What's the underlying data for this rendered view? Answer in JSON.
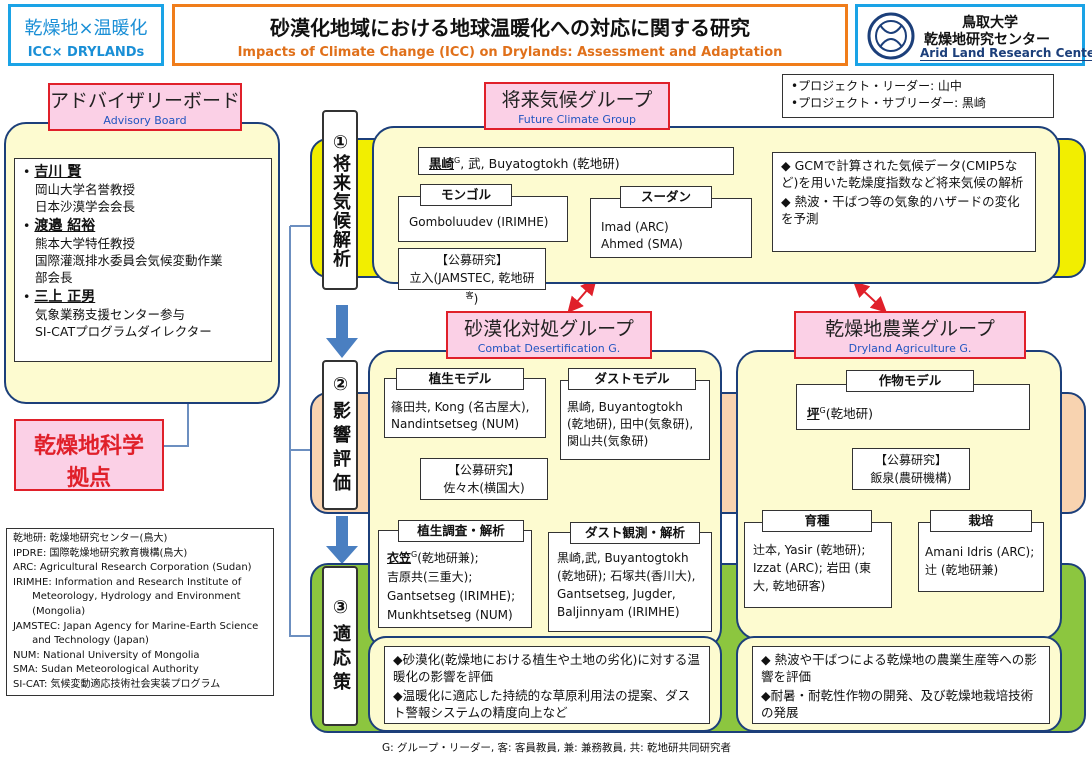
{
  "header": {
    "badge_line1": "乾燥地×温暖化",
    "badge_line2": "ICC× DRYLANDs",
    "title_jp": "砂漠化地域における地球温暖化への対応に関する研究",
    "title_en": "Impacts of Climate Change (ICC) on Drylands: Assessment and Adaptation",
    "org_line1": "鳥取大学",
    "org_line2": "乾燥地研究センター",
    "org_line3": "Arid Land Research Center"
  },
  "leaders": {
    "leader": "•プロジェクト・リーダー: 山中",
    "subleader": "•プロジェクト・サブリーダー: 黒崎"
  },
  "advisory": {
    "title_jp": "アドバイザリーボード",
    "title_en": "Advisory Board",
    "m1_name": "吉川 賢",
    "m1_l1": "岡山大学名誉教授",
    "m1_l2": "日本沙漠学会会長",
    "m2_name": "渡邉 紹裕",
    "m2_l1": "熊本大学特任教授",
    "m2_l2": "国際灌漑排水委員会気候変動作業",
    "m2_l3": "部会長",
    "m3_name": "三上 正男",
    "m3_l1": "気象業務支援センター参与",
    "m3_l2": "SI-CATプログラムダイレクター"
  },
  "hub": {
    "line1": "乾燥地科学",
    "line2": "拠点"
  },
  "stages": {
    "s1": "①将来気候解析",
    "s2": "②影響評価",
    "s3": "③適応策"
  },
  "future": {
    "title_jp": "将来気候グループ",
    "title_en": "Future Climate Group",
    "members_lead": "黒崎",
    "members_sup": "G",
    "members_rest": ", 武, Buyatogtokh (乾地研)",
    "mongolia_hdr": "モンゴル",
    "mongolia_body": "Gomboluudev (IRIMHE)",
    "sudan_hdr": "スーダン",
    "sudan_l1": "Imad  (ARC)",
    "sudan_l2": "Ahmed (SMA)",
    "public_hdr": "【公募研究】",
    "public_body": "立入(JAMSTEC, 乾地研",
    "public_sup": "客",
    "public_end": ")",
    "bullet1": "◆ GCMで計算された気候データ(CMIP5など)を用いた乾燥度指数など将来気候の解析",
    "bullet2": "◆ 熱波・干ばつ等の気象的ハザードの変化を予測"
  },
  "combat": {
    "title_jp": "砂漠化対処グループ",
    "title_en": "Combat Desertification G.",
    "veg_hdr": "植生モデル",
    "veg_body": "篠田共, Kong (名古屋大), Nandintsetseg (NUM)",
    "dust_hdr": "ダストモデル",
    "dust_body": "黒崎, Buyantogtokh (乾地研), 田中(気象研), 関山共(気象研)",
    "pub_hdr": "【公募研究】",
    "pub_body": "佐々木(横国大)",
    "survey_hdr": "植生調査・解析",
    "survey_l1_lead": "衣笠",
    "survey_l1_sup": "G",
    "survey_l1_rest": "(乾地研兼);",
    "survey_l2": "吉原共(三重大);",
    "survey_l3": "Gantsetseg (IRIMHE);",
    "survey_l4": "Munkhtsetseg (NUM)",
    "dobs_hdr": "ダスト観測・解析",
    "dobs_body": "黒崎,武, Buyantogtokh (乾地研); 石塚共(香川大), Gantsetseg, Jugder, Baljinnyam (IRIMHE)",
    "adapt1": "◆砂漠化(乾燥地における植生や土地の劣化)に対する温暖化の影響を評価",
    "adapt2": "◆温暖化に適応した持続的な草原利用法の提案、ダスト警報システムの精度向上など"
  },
  "agri": {
    "title_jp": "乾燥地農業グループ",
    "title_en": "Dryland Agriculture G.",
    "crop_hdr": "作物モデル",
    "crop_lead": "坪",
    "crop_sup": "G",
    "crop_rest": "(乾地研)",
    "pub_hdr": "【公募研究】",
    "pub_body": "飯泉(農研機構)",
    "breed_hdr": "育種",
    "breed_body": "辻本, Yasir (乾地研); Izzat (ARC); 岩田 (東大, 乾地研客)",
    "cult_hdr": "栽培",
    "cult_body": "Amani Idris (ARC); 辻 (乾地研兼)",
    "adapt1": "◆ 熱波や干ばつによる乾燥地の農業生産等への影響を評価",
    "adapt2": "◆耐暑・耐乾性作物の開発、及び乾燥地栽培技術の発展"
  },
  "glossary": [
    "乾地研: 乾燥地研究センター(鳥大)",
    "IPDRE: 国際乾燥地研究教育機構(鳥大)",
    "ARC: Agricultural Research Corporation (Sudan)",
    "IRIMHE: Information and Research Institute of",
    "      Meteorology, Hydrology and Environment",
    "      (Mongolia)",
    "JAMSTEC: Japan Agency for Marine-Earth Science",
    "      and Technology (Japan)",
    "NUM: National University of Mongolia",
    "SMA: Sudan Meteorological Authority",
    "SI-CAT: 気候変動適応技術社会実装プログラム"
  ],
  "footer": "G: グループ・リーダー, 客: 客員教員, 兼: 兼務教員, 共: 乾地研共同研究者",
  "colors": {
    "cyan": "#1aa3e6",
    "orange": "#f07d1a",
    "pink": "#fbd0e6",
    "red": "#e0202a",
    "navy": "#1c3f7a",
    "yellow_band": "#f2ee00",
    "peach_band": "#f8d3b0",
    "green_band": "#8cc63f",
    "yellow_fill": "#fdfbd0",
    "arrow_blue": "#4a7fc1"
  }
}
